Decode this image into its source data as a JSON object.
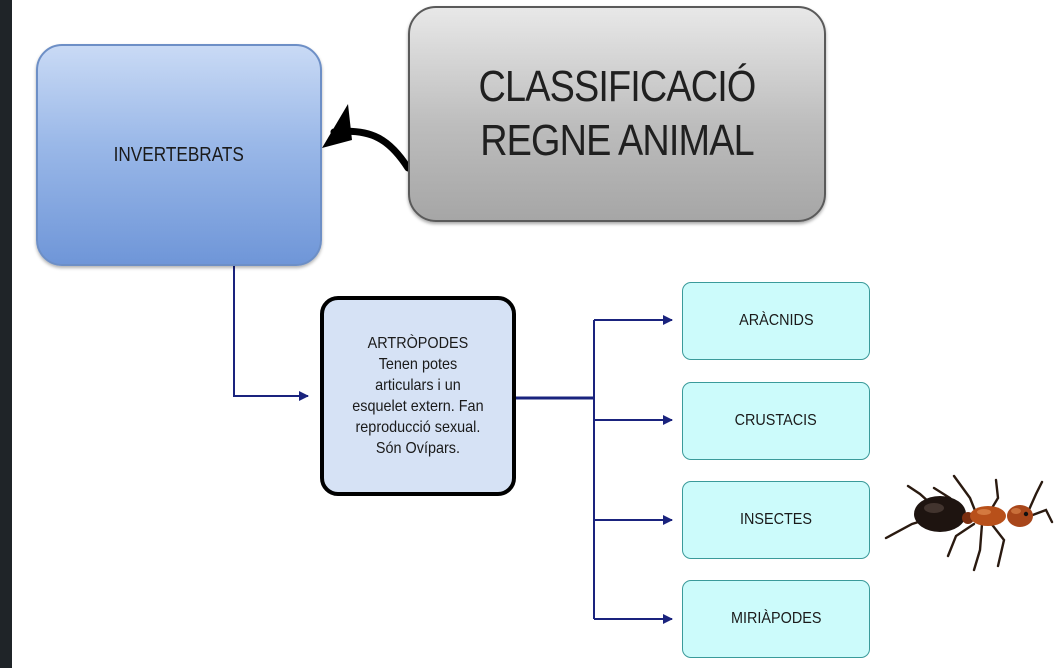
{
  "diagram": {
    "title": "CLASSIFICACIÓ REGNE ANIMAL",
    "title_lines": [
      "CLASSIFICACIÓ",
      "REGNE ANIMAL"
    ],
    "root": "INVERTEBRATS",
    "group": {
      "name": "ARTRÒPODES",
      "description_lines": [
        "Tenen potes",
        "articulars i un",
        "esquelet extern. Fan",
        "reproducció sexual.",
        "Són Ovípars."
      ]
    },
    "classes": [
      "ARÀCNIDS",
      "CRUSTACIS",
      "INSECTES",
      "MIRIÀPODES"
    ],
    "image": "ant-illustration",
    "colors": {
      "title_fill": "#bdbdbd",
      "root_fill": "#9ab8e8",
      "group_fill": "#d6e2f5",
      "class_fill": "#ccfbfb",
      "connector": "#1a237e",
      "background": "#ffffff",
      "frame": "#1f2428"
    }
  }
}
